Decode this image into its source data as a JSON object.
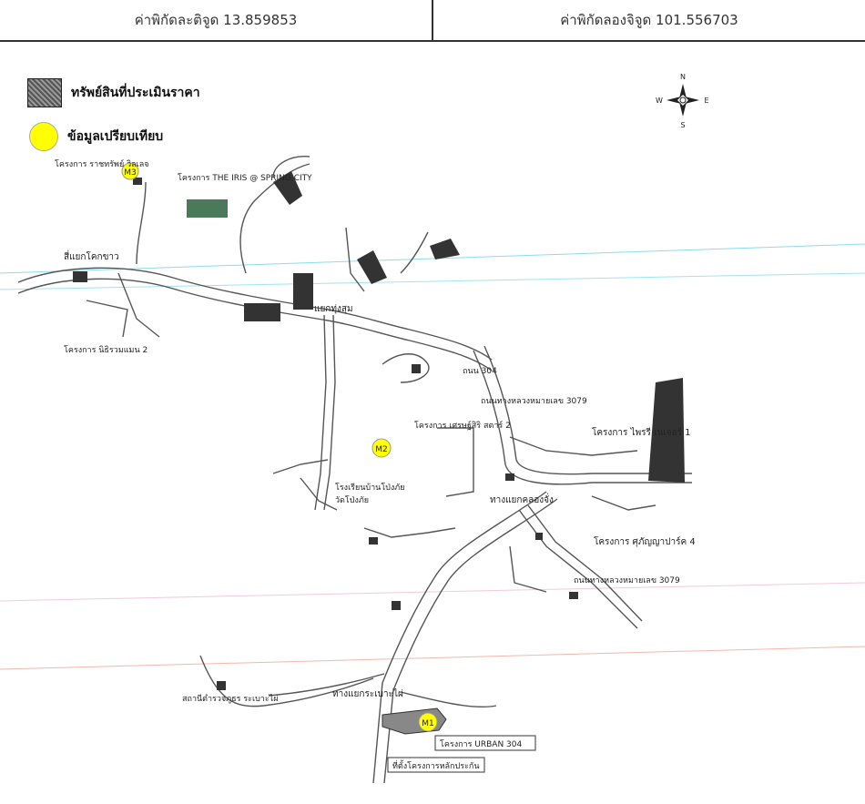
{
  "header": {
    "latitude": "ค่าพิกัดละติจูด 13.859853",
    "longitude": "ค่าพิกัดลองจิจูด 101.556703"
  },
  "legend": {
    "property": "ทรัพย์สินที่ประเมินราคา",
    "comparable": "ข้อมูลเปรียบเทียบ"
  },
  "compass": {
    "n": "N",
    "e": "E",
    "s": "S",
    "w": "W"
  },
  "markers": {
    "m1": "M1",
    "m2": "M2",
    "m3": "M3"
  },
  "labels": {
    "proj_rich_village": "โครงการ ราชทรัพย์ วิลเลจ",
    "proj_iris": "โครงการ THE IRIS @ SPRING CITY",
    "junction_top": "แยกทุ่งสุม",
    "junction_left": "สี่แยกโคกขาว",
    "proj_left": "โครงการ นิธิรวมแมน 2",
    "road_304": "ถนน 304",
    "highway_3079_top": "ถนนทางหลวงหมายเลข 3079",
    "proj_setthasiri": "โครงการ เศรษฐ์สิริ สตาร์ 2",
    "proj_pairee": "โครงการ ไพรรี เนเจอร์ 1",
    "junction_khlong": "ทางแยกคลองจั่ง",
    "proj_supanya": "โครงการ ศุภัญญาปาร์ค 4",
    "highway_3079_bottom": "ถนนทางหลวงหมายเลข 3079",
    "junction_bottom": "ทางแยกระเบาะไผ่",
    "proj_urban": "โครงการ URBAN 304",
    "proj_location": "ที่ตั้งโครงการหลักประกัน",
    "school": "สถานีตำรวจภูธร ระเบาะไผ่",
    "village_left": "โรงเรียนบ้านโป่งภัย",
    "temple": "วัดโป่งภัย"
  }
}
